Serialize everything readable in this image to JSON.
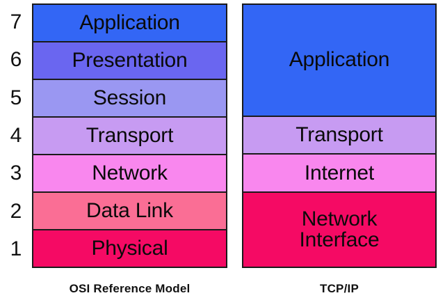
{
  "diagram": {
    "title_visible": false,
    "layer_numbers": [
      "7",
      "6",
      "5",
      "4",
      "3",
      "2",
      "1"
    ],
    "osi": {
      "caption": "OSI Reference Model",
      "layers": [
        {
          "number": "7",
          "label": "Application",
          "color": "#3366F5"
        },
        {
          "number": "6",
          "label": "Presentation",
          "color": "#6A66F0"
        },
        {
          "number": "5",
          "label": "Session",
          "color": "#9A97F2"
        },
        {
          "number": "4",
          "label": "Transport",
          "color": "#C79BF2"
        },
        {
          "number": "3",
          "label": "Network",
          "color": "#F987EE"
        },
        {
          "number": "2",
          "label": "Data Link",
          "color": "#FA6E95"
        },
        {
          "number": "1",
          "label": "Physical",
          "color": "#F50A64"
        }
      ]
    },
    "tcpip": {
      "caption": "TCP/IP",
      "layers": [
        {
          "label": "Application",
          "span": 3,
          "color": "#3366F5"
        },
        {
          "label": "Transport",
          "span": 1,
          "color": "#C79BF2"
        },
        {
          "label": "Internet",
          "span": 1,
          "color": "#F987EE"
        },
        {
          "label": "Network\nInterface",
          "span": 2,
          "color": "#F50A64"
        }
      ]
    },
    "colors": {
      "border": "#1A1A1A",
      "background": "#FFFFFF",
      "text": "#0A0A0A"
    }
  }
}
